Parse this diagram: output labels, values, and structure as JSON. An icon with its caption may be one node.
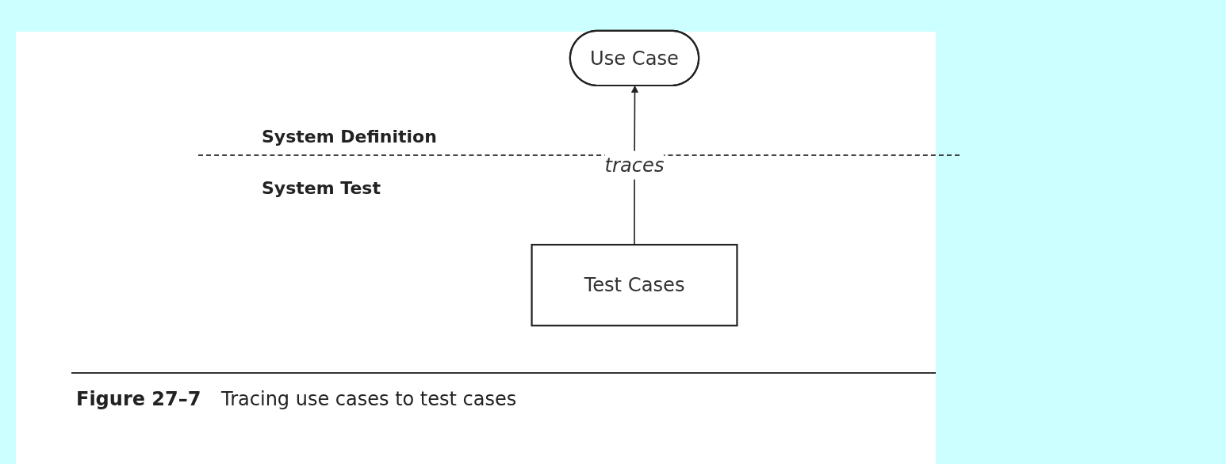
{
  "diagram": {
    "caption": "**Figure 27–7** Tracing use cases to test cases",
    "nodes": [
      {
        "text": [
          "Use Case"
        ]
      },
      {
        "text": [
          "Test Cases"
        ]
      }
    ],
    "edges": [
      {
        "from": 1,
        "to": 0,
        "arrow": "to",
        "label": "traces"
      }
    ],
    "labels": [
      "System Definition",
      "System Test"
    ]
  }
}
